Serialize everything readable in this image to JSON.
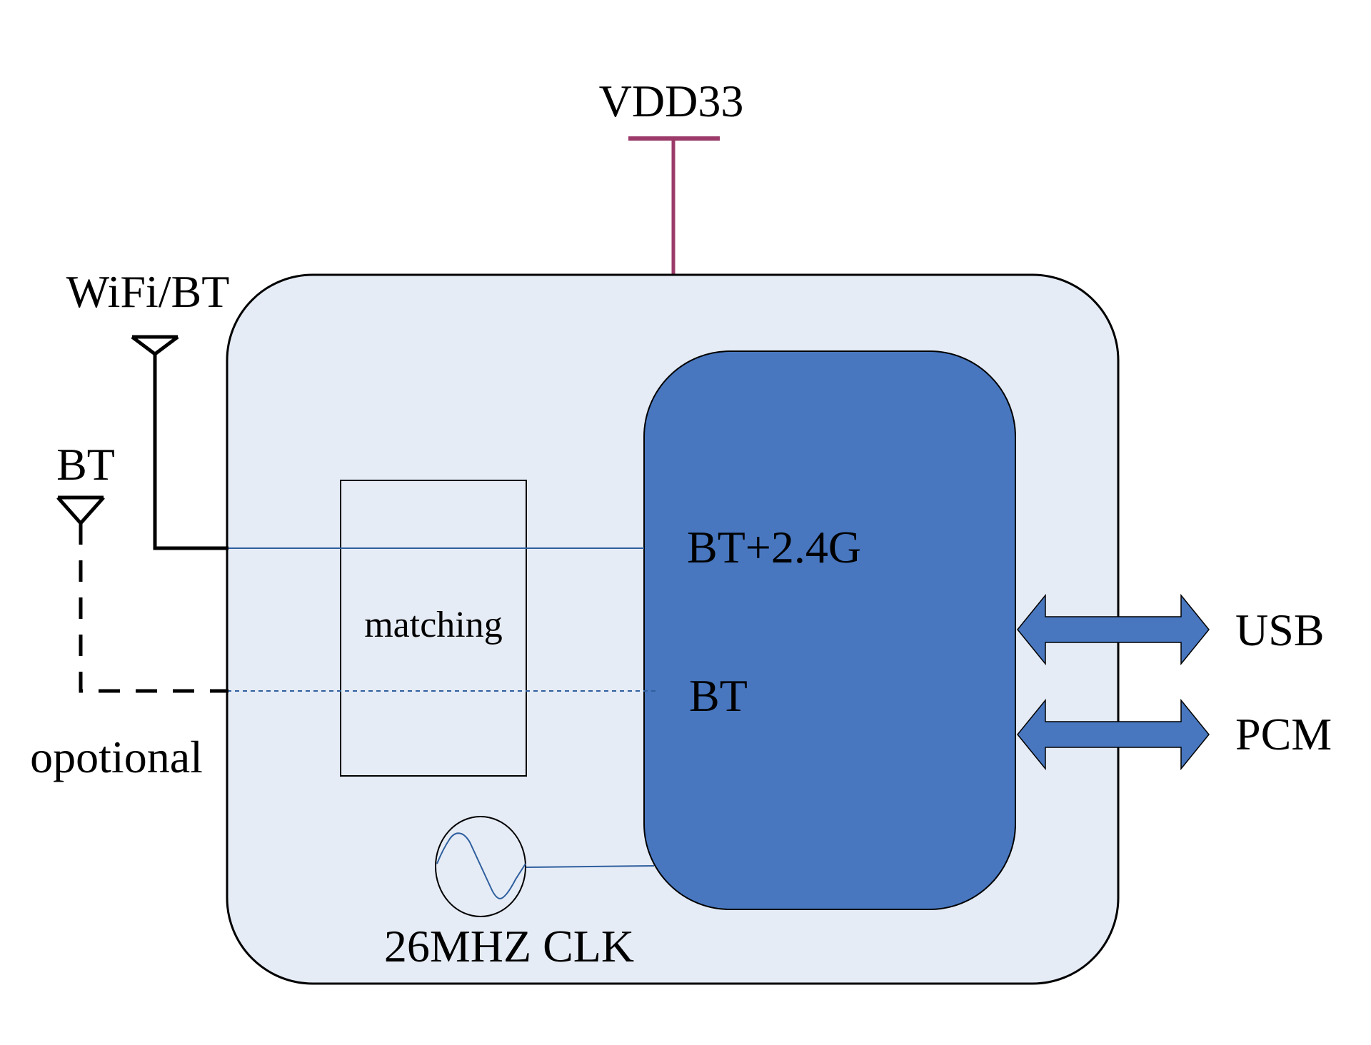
{
  "labels": {
    "power": "VDD33",
    "antenna_main": "WiFi/BT",
    "antenna_bt": "BT",
    "optional_note": "opotional",
    "matching": "matching",
    "chip_rf_main": "BT+2.4G",
    "chip_rf_bt": "BT",
    "interface_usb": "USB",
    "interface_pcm": "PCM",
    "clock": "26MHZ CLK"
  },
  "colors": {
    "module_fill": "#e6ecf6",
    "chip_fill": "#4877bf",
    "signal_line": "#2e5f9e",
    "power_line": "#9c3a6a",
    "arrow_fill": "#4877bf",
    "wire": "#000000"
  },
  "icons": {
    "antenna_main": "antenna-icon",
    "antenna_bt": "antenna-icon",
    "clock": "sine-wave-oscillator-icon",
    "usb": "double-arrow-icon",
    "pcm": "double-arrow-icon"
  }
}
